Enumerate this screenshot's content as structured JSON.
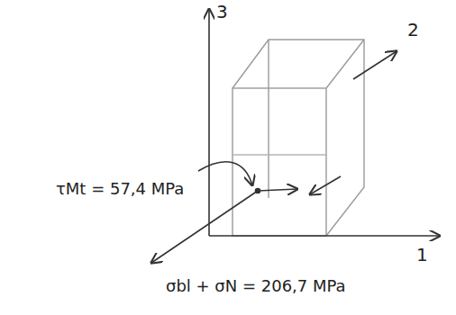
{
  "diagram": {
    "labels": [
      "3",
      "2",
      "1",
      "τMt = 57,4 MPa",
      "σbl + σN = 206,7 MPa"
    ]
  }
}
